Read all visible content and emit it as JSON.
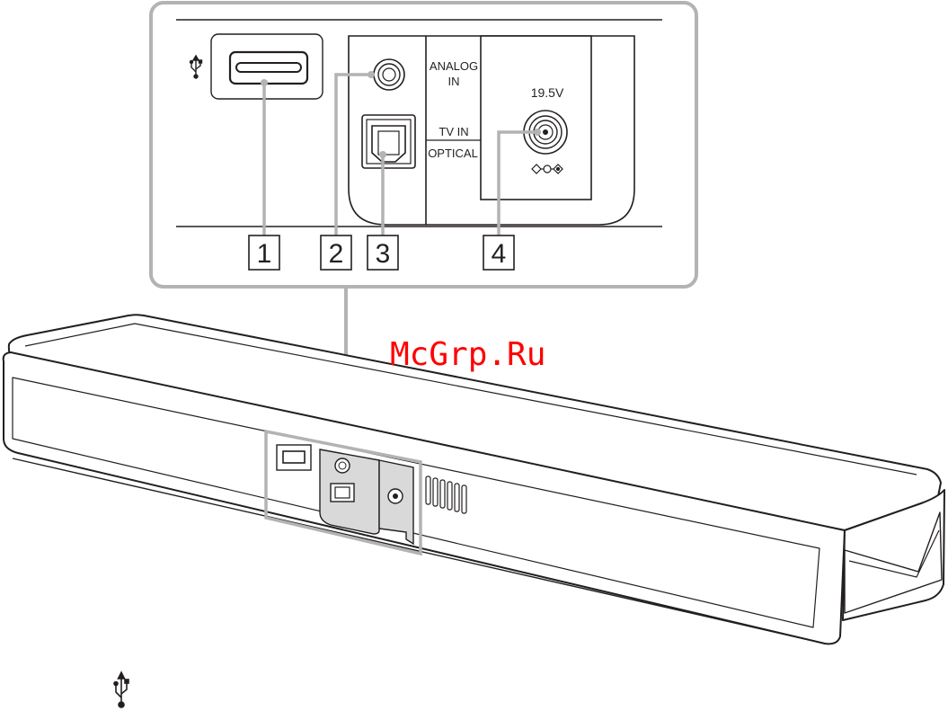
{
  "panel": {
    "ports": {
      "analog_label_line1": "ANALOG",
      "analog_label_line2": "IN",
      "tv_in_label": "TV IN",
      "optical_label": "OPTICAL",
      "voltage_label": "19.5V"
    },
    "callouts": [
      "1",
      "2",
      "3",
      "4"
    ]
  },
  "watermark": "McGrp.Ru",
  "icons": {
    "usb_symbol": "usb-icon",
    "dc_polarity": "dc-polarity-icon"
  },
  "colors": {
    "line": "#231f20",
    "frame": "#b3b3b3",
    "panel_gray": "#d9d9d9",
    "watermark": "#ff0000"
  }
}
